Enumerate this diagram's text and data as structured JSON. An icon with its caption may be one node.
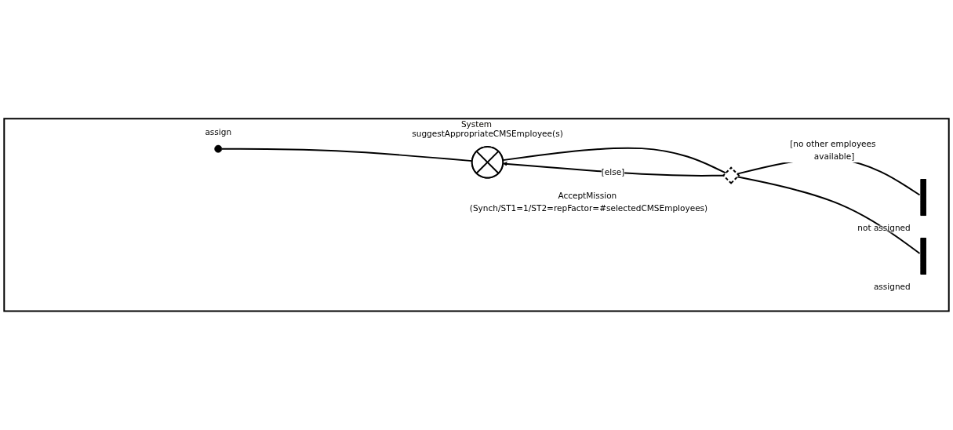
{
  "diagram": {
    "nodes": [
      {
        "text": [
          "System"
        ]
      },
      {
        "text": [],
        "shape": "circle",
        "beside": [
          "assign"
        ],
        "in": 0
      },
      {
        "text": [],
        "shape": "cross",
        "beside": [
          "suggestAppropriateCMSEmployee(s)"
        ],
        "in": 0
      },
      {
        "text": [],
        "shape": "diamond",
        "beside": [
          "AcceptMission (Synch/ST1=1/ST2=repFactor=#selectedCMSEmployees)"
        ],
        "in": 0
      },
      {
        "text": [],
        "shape": "bar",
        "beside": [
          "not assigned"
        ],
        "in": 0
      },
      {
        "text": [],
        "shape": "bar",
        "beside": [
          "assigned"
        ],
        "in": 0
      }
    ],
    "edges": [
      {
        "from": 1,
        "to": 2,
        "arrow": "none"
      },
      {
        "from": 2,
        "to": 3,
        "arrow": "none"
      },
      {
        "from": 3,
        "to": 2,
        "arrow": "to",
        "label": "[else]"
      },
      {
        "from": 3,
        "to": 4,
        "arrow": "none",
        "label": "[no other employees available]"
      },
      {
        "from": 3,
        "to": 5,
        "arrow": "none"
      }
    ]
  }
}
